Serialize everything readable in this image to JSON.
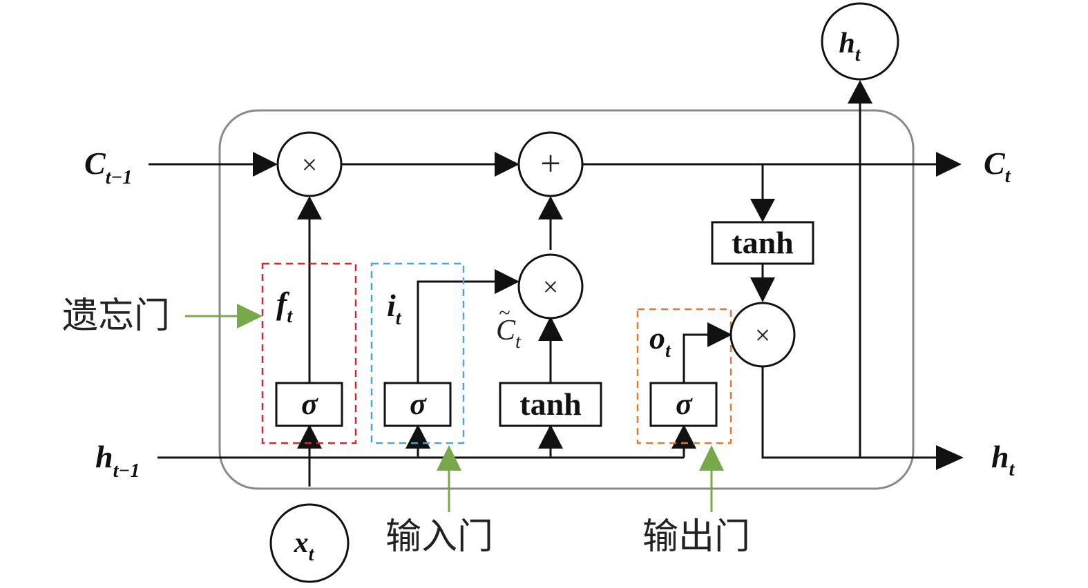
{
  "inputs": {
    "c_prev": {
      "main": "C",
      "sub": "t−1"
    },
    "h_prev": {
      "main": "h",
      "sub": "t−1"
    },
    "x": {
      "main": "x",
      "sub": "t"
    }
  },
  "outputs": {
    "c_out": {
      "main": "C",
      "sub": "t"
    },
    "h_out_right": {
      "main": "h",
      "sub": "t"
    },
    "h_out_top": {
      "main": "h",
      "sub": "t"
    }
  },
  "operators": {
    "forget_mult": "×",
    "cell_add": "+",
    "input_mult": "×",
    "output_mult": "×"
  },
  "gates": {
    "forget": {
      "activation": "σ",
      "var": "f",
      "sub": "t",
      "label": "遗忘门",
      "color": "#d9262c"
    },
    "input": {
      "activation": "σ",
      "var": "i",
      "sub": "t",
      "label": "输入门",
      "color": "#4aa6d6"
    },
    "output": {
      "activation": "σ",
      "var": "o",
      "sub": "t",
      "label": "输出门",
      "color": "#e07b32"
    }
  },
  "candidate": {
    "activation": "tanh",
    "var": "C",
    "sub": "t"
  },
  "cell_activation": "tanh",
  "colors": {
    "pointer_arrow": "#77a84a",
    "cell_border": "#888888"
  }
}
